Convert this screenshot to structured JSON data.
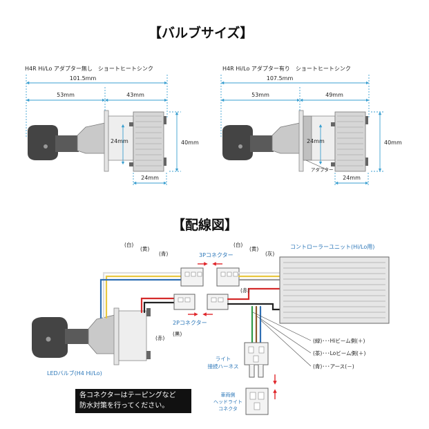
{
  "titles": {
    "bulb_size": "【バルブサイズ】",
    "wiring": "【配線図】"
  },
  "left_spec": {
    "caption": "H4R Hi/Lo アダプター無し　ショートヒートシンク",
    "total": "101.5mm",
    "front": "53mm",
    "rear": "43mm",
    "inner_height": "24mm",
    "outer_height": "40mm",
    "base": "24mm"
  },
  "right_spec": {
    "caption": "H4R Hi/Lo アダプター有り　ショートヒートシンク",
    "total": "107.5mm",
    "front": "53mm",
    "rear": "49mm",
    "inner_height": "24mm",
    "outer_height": "40mm",
    "base": "24mm",
    "adapter": "アダプター"
  },
  "wiring": {
    "left_colors": [
      "(白)",
      "(黄)",
      "(青)"
    ],
    "right_colors": [
      "(白)",
      "(黄)",
      "(灰)"
    ],
    "red": "(赤)",
    "red2": "(赤)",
    "black": "(黒)",
    "connector_3p": "3Pコネクター",
    "connector_2p": "2Pコネクター",
    "controller": "コントローラーユニット(Hi/Lo用)",
    "led_bulb": "LEDバルブ(H4 Hi/Lo)",
    "harness": [
      "ライト",
      "接続ハーネス"
    ],
    "vehicle": [
      "車両側",
      "ヘッドライト",
      "コネクタ"
    ],
    "legend": [
      "(緑)･･･Hiビーム側(＋)",
      "(茶)･･･Loビーム側(＋)",
      "(青)･･･アース(－)"
    ],
    "note": [
      "各コネクターはテーピングなど",
      "防水対策を行ってください。"
    ]
  },
  "colors": {
    "dimension": "#3a9fd0",
    "arrow": "#e0262b",
    "label_blue": "#2a76b8",
    "wire_white": "#dddddd",
    "wire_yellow": "#e8c740",
    "wire_blue": "#2f6fb3",
    "wire_red": "#d42a2a",
    "wire_black": "#222222",
    "wire_green": "#2e9a48",
    "wire_brown": "#8b5a2b",
    "wire_gray": "#9a9a9a"
  }
}
